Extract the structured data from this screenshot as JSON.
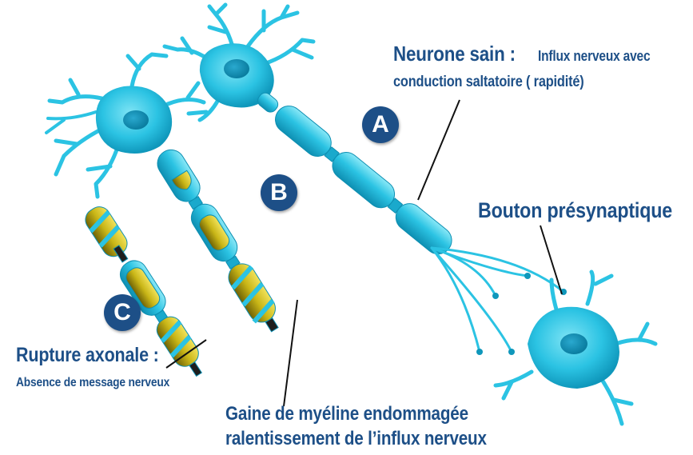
{
  "labels": {
    "neurone_sain_title": "Neurone sain :",
    "neurone_sain_desc_1": "Influx nerveux avec",
    "neurone_sain_desc_2": "conduction saltatoire ( rapidité)",
    "bouton": "Bouton présynaptique",
    "rupture_title": "Rupture axonale :",
    "rupture_desc": "Absence de message nerveux",
    "gaine_1": "Gaine de myéline endommagée",
    "gaine_2": "ralentissement de l’influx nerveux"
  },
  "badges": {
    "a": "A",
    "b": "B",
    "c": "C"
  },
  "colors": {
    "neuron": "#2bc3e3",
    "neuron_dark": "#0f97bb",
    "myelin_damaged": "#c9b617",
    "badge_bg": "#1d4f87",
    "label_text": "#1d4f87",
    "axon_core": "#1e1e1e"
  }
}
